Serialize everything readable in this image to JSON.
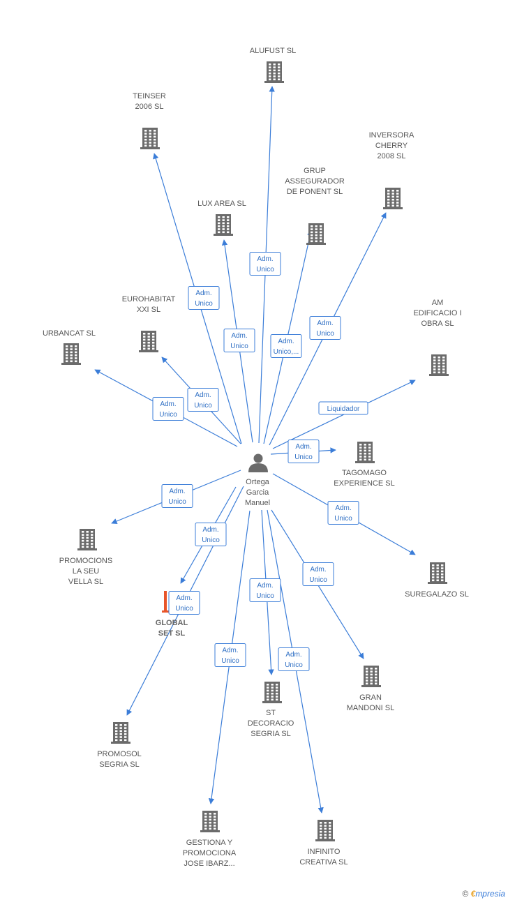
{
  "center": {
    "name_lines": [
      "Ortega",
      "Garcia",
      "Manuel"
    ],
    "icon": "person-icon"
  },
  "nodes": [
    {
      "id": "alufust",
      "lines": [
        "ALUFUST SL"
      ],
      "icon": "building-icon",
      "highlight": false
    },
    {
      "id": "teinser",
      "lines": [
        "TEINSER",
        "2006 SL"
      ],
      "icon": "building-icon",
      "highlight": false
    },
    {
      "id": "inversora",
      "lines": [
        "INVERSORA",
        "CHERRY",
        "2008 SL"
      ],
      "icon": "building-icon",
      "highlight": false
    },
    {
      "id": "grup",
      "lines": [
        "GRUP",
        "ASSEGURADOR",
        "DE PONENT  SL"
      ],
      "icon": "building-icon",
      "highlight": false
    },
    {
      "id": "luxarea",
      "lines": [
        "LUX AREA SL"
      ],
      "icon": "building-icon",
      "highlight": false
    },
    {
      "id": "eurohabitat",
      "lines": [
        "EUROHABITAT",
        "XXI SL"
      ],
      "icon": "building-icon",
      "highlight": false
    },
    {
      "id": "urbancat",
      "lines": [
        "URBANCAT SL"
      ],
      "icon": "building-icon",
      "highlight": false
    },
    {
      "id": "am",
      "lines": [
        "AM",
        "EDIFICACIO I",
        "OBRA SL"
      ],
      "icon": "building-icon",
      "highlight": false
    },
    {
      "id": "tagomago",
      "lines": [
        "TAGOMAGO",
        "EXPERIENCE SL"
      ],
      "icon": "building-icon",
      "highlight": false
    },
    {
      "id": "promocions",
      "lines": [
        "PROMOCIONS",
        "LA SEU",
        "VELLA SL"
      ],
      "icon": "building-icon",
      "highlight": false
    },
    {
      "id": "suregalazo",
      "lines": [
        "SUREGALAZO SL"
      ],
      "icon": "building-icon",
      "highlight": false
    },
    {
      "id": "global",
      "lines": [
        "GLOBAL",
        "SET SL"
      ],
      "icon": "building-icon",
      "highlight": true
    },
    {
      "id": "st",
      "lines": [
        "ST",
        "DECORACIO",
        "SEGRIA SL"
      ],
      "icon": "building-icon",
      "highlight": false
    },
    {
      "id": "gran",
      "lines": [
        "GRAN",
        "MANDONI SL"
      ],
      "icon": "building-icon",
      "highlight": false
    },
    {
      "id": "promosol",
      "lines": [
        "PROMOSOL",
        "SEGRIA SL"
      ],
      "icon": "building-icon",
      "highlight": false
    },
    {
      "id": "gestiona",
      "lines": [
        "GESTIONA Y",
        "PROMOCIONA",
        "JOSE IBARZ..."
      ],
      "icon": "building-icon",
      "highlight": false
    },
    {
      "id": "infinito",
      "lines": [
        "INFINITO",
        "CREATIVA SL"
      ],
      "icon": "building-icon",
      "highlight": false
    }
  ],
  "edges": [
    {
      "to": "alufust",
      "lines": [
        "Adm.",
        "Unico"
      ]
    },
    {
      "to": "teinser",
      "lines": [
        "Adm.",
        "Unico"
      ]
    },
    {
      "to": "inversora",
      "lines": [
        "Adm.",
        "Unico"
      ]
    },
    {
      "to": "grup",
      "lines": [
        "Adm.",
        "Unico,..."
      ]
    },
    {
      "to": "luxarea",
      "lines": [
        "Adm.",
        "Unico"
      ]
    },
    {
      "to": "eurohabitat",
      "lines": [
        "Adm.",
        "Unico"
      ]
    },
    {
      "to": "urbancat",
      "lines": [
        "Adm.",
        "Unico"
      ]
    },
    {
      "to": "am",
      "lines": [
        "Liquidador"
      ]
    },
    {
      "to": "tagomago",
      "lines": [
        "Adm.",
        "Unico"
      ]
    },
    {
      "to": "promocions",
      "lines": [
        "Adm.",
        "Unico"
      ]
    },
    {
      "to": "suregalazo",
      "lines": [
        "Adm.",
        "Unico"
      ]
    },
    {
      "to": "global",
      "lines": [
        "Adm.",
        "Unico"
      ]
    },
    {
      "to": "promosol",
      "lines": [
        "Adm.",
        "Unico"
      ]
    },
    {
      "to": "st",
      "lines": [
        "Adm.",
        "Unico"
      ]
    },
    {
      "to": "gran",
      "lines": [
        "Adm.",
        "Unico"
      ]
    },
    {
      "to": "gestiona",
      "lines": [
        "Adm.",
        "Unico"
      ]
    },
    {
      "to": "infinito",
      "lines": [
        "Adm.",
        "Unico"
      ]
    }
  ],
  "footer": {
    "copyright": "©",
    "brand_initial": "€",
    "brand_rest": "mpresia"
  },
  "colors": {
    "edge": "#3b7dd8",
    "building": "#6b6b6b",
    "highlight_building": "#e8552a",
    "person": "#6b6b6b"
  }
}
